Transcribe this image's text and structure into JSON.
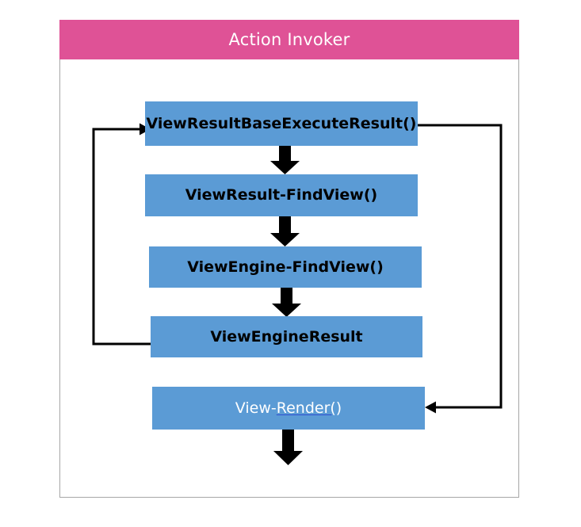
{
  "header": {
    "title": "Action Invoker",
    "background_color": "#df5296",
    "text_color": "#ffffff"
  },
  "panel": {
    "background_color": "#ffffff",
    "border_color": "#a6a6a6"
  },
  "diagram": {
    "type": "flowchart",
    "node_color": "#5b9bd5",
    "arrow_color": "#000000",
    "link_underline_color": "#2f4fd0",
    "nodes": [
      {
        "id": "view-result-base-execute-result",
        "label": "ViewResultBaseExecuteResult()",
        "style": "process"
      },
      {
        "id": "view-result-find-view",
        "label": "ViewResult-FindView()",
        "style": "process"
      },
      {
        "id": "view-engine-find-view",
        "label": "ViewEngine-FindView()",
        "style": "process"
      },
      {
        "id": "view-engine-result",
        "label": "ViewEngineResult",
        "style": "process"
      },
      {
        "id": "view-render",
        "label": "View-Render()",
        "style": "link",
        "label_plain": "View-",
        "label_link": "Render(",
        "label_tail": ")"
      }
    ],
    "edges": [
      {
        "id": "edge-1-to-2",
        "from": "view-result-base-execute-result",
        "to": "view-result-find-view",
        "shape": "down-arrow"
      },
      {
        "id": "edge-2-to-3",
        "from": "view-result-find-view",
        "to": "view-engine-find-view",
        "shape": "down-arrow"
      },
      {
        "id": "edge-3-to-4",
        "from": "view-engine-find-view",
        "to": "view-engine-result",
        "shape": "down-arrow"
      },
      {
        "id": "edge-4-to-1-return",
        "from": "view-engine-result",
        "to": "view-result-base-execute-result",
        "shape": "left-loop-return"
      },
      {
        "id": "edge-1-to-5-dispatch",
        "from": "view-result-base-execute-result",
        "to": "view-render",
        "shape": "right-loop-dispatch"
      },
      {
        "id": "edge-5-out",
        "from": "view-render",
        "to": "",
        "shape": "down-arrow-terminal"
      }
    ]
  }
}
